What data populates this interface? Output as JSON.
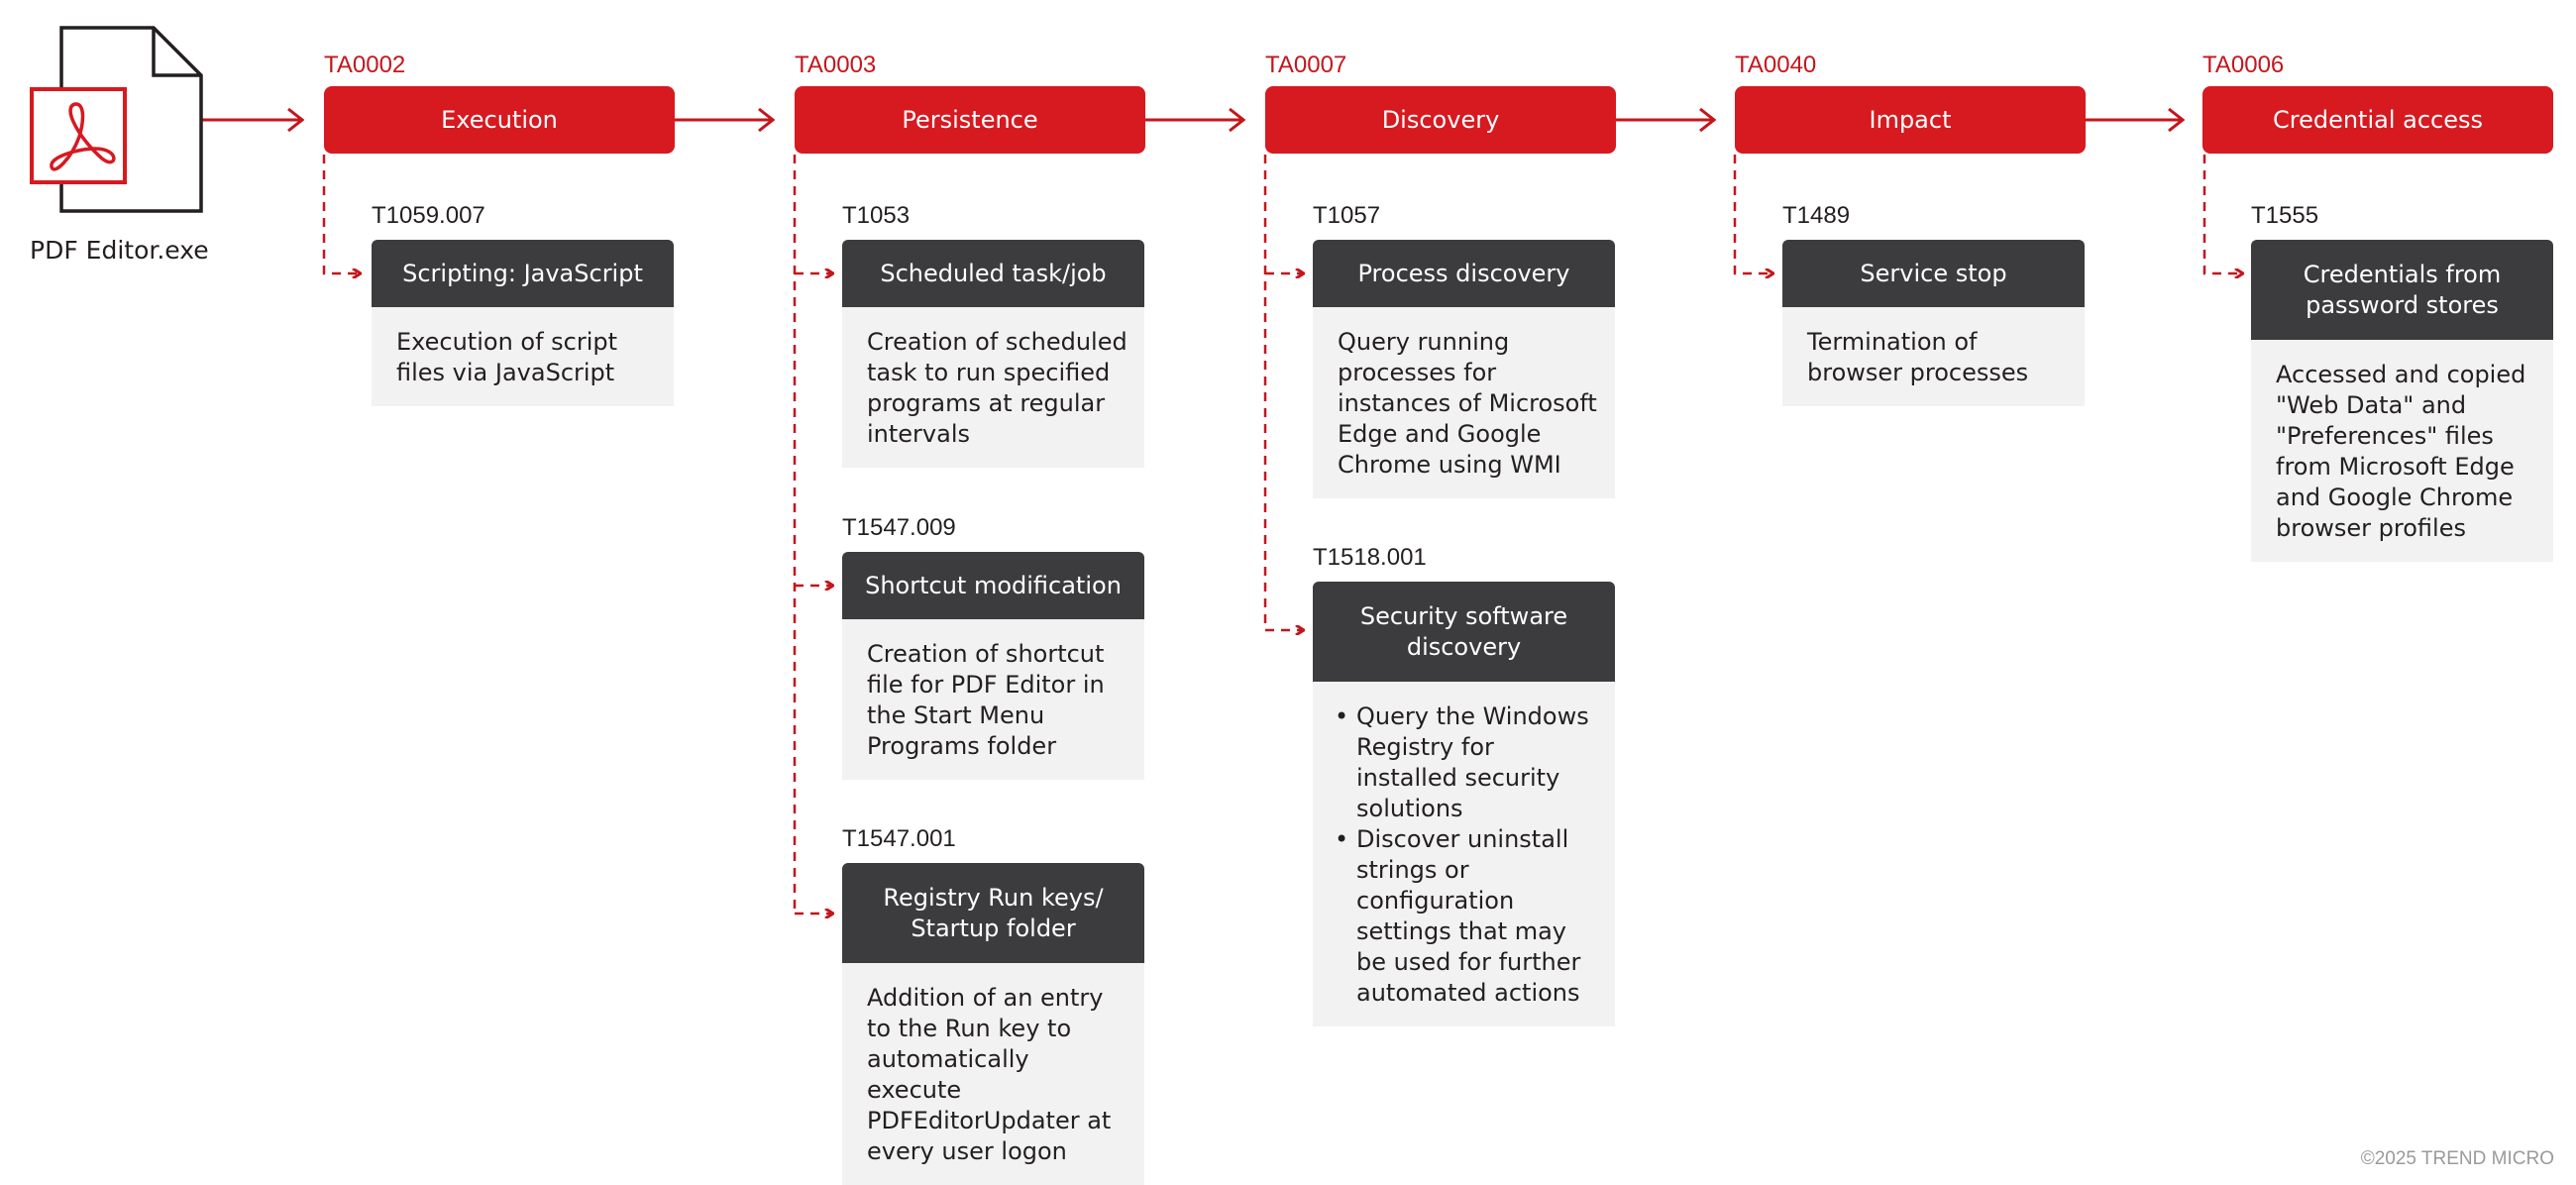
{
  "colors": {
    "tactic_red": "#d71920",
    "tactic_id_red": "#c4161c",
    "technique_header": "#3c3c3e",
    "technique_body": "#f2f2f2",
    "arrow_red": "#c4161c"
  },
  "file": {
    "icon": "pdf-file-icon",
    "label": "PDF Editor.exe"
  },
  "tactics": [
    {
      "id": "TA0002",
      "name": "Execution",
      "techniques": [
        {
          "id": "T1059.007",
          "name": "Scripting: JavaScript",
          "description": "Execution of script files via JavaScript"
        }
      ]
    },
    {
      "id": "TA0003",
      "name": "Persistence",
      "techniques": [
        {
          "id": "T1053",
          "name": "Scheduled task/job",
          "description": "Creation of scheduled task to run specified programs at regular intervals"
        },
        {
          "id": "T1547.009",
          "name": "Shortcut modification",
          "description": "Creation of shortcut file for PDF Editor in the Start Menu Programs folder"
        },
        {
          "id": "T1547.001",
          "name": "Registry Run keys/ Startup folder",
          "description": "Addition of an entry to the Run key to automatically execute PDFEditorUpdater at every user logon"
        }
      ]
    },
    {
      "id": "TA0007",
      "name": "Discovery",
      "techniques": [
        {
          "id": "T1057",
          "name": "Process discovery",
          "description": "Query running processes for instances of Microsoft Edge and Google Chrome using WMI"
        },
        {
          "id": "T1518.001",
          "name": "Security software discovery",
          "bullets": [
            "Query the Windows Registry for installed security solutions",
            "Discover uninstall strings or configuration settings that may be used for further automated actions"
          ]
        }
      ]
    },
    {
      "id": "TA0040",
      "name": "Impact",
      "techniques": [
        {
          "id": "T1489",
          "name": "Service stop",
          "description": "Termination of browser processes"
        }
      ]
    },
    {
      "id": "TA0006",
      "name": "Credential access",
      "techniques": [
        {
          "id": "T1555",
          "name": "Credentials from password stores",
          "description": "Accessed and copied \"Web Data\" and \"Preferences\" files from Microsoft Edge and Google Chrome browser profiles"
        }
      ]
    }
  ],
  "footer": "©2025 TREND MICRO"
}
